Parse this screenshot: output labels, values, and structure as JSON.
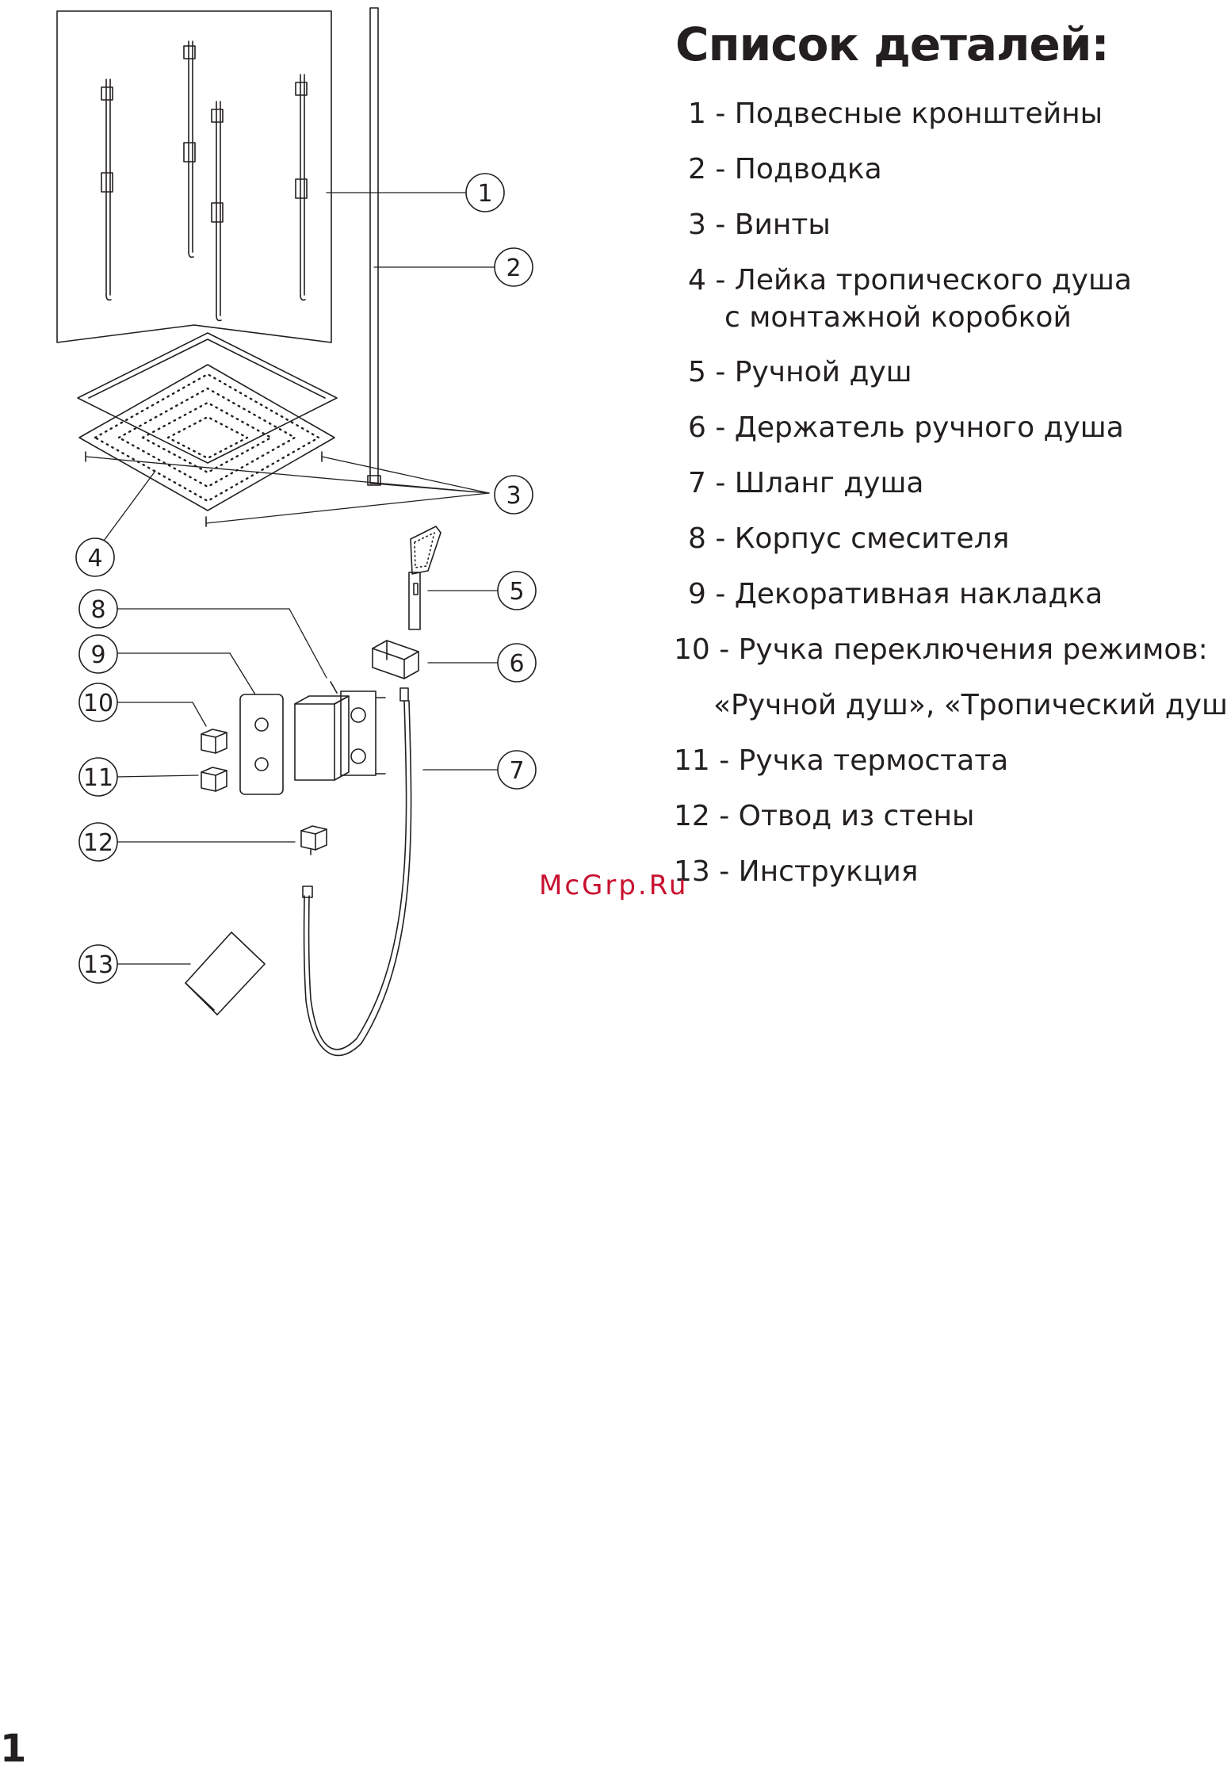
{
  "title": "Список деталей:",
  "parts": [
    {
      "text": "1 - Подвесные кронштейны"
    },
    {
      "text": "2 - Подводка"
    },
    {
      "text": "3 - Винты"
    },
    {
      "text": "4 - Лейка тропического душа",
      "cont": "с монтажной коробкой"
    },
    {
      "text": "5 - Ручной душ"
    },
    {
      "text": "6 - Держатель ручного душа"
    },
    {
      "text": "7 - Шланг душа"
    },
    {
      "text": "8 - Корпус смесителя"
    },
    {
      "text": "9 - Декоративная накладка"
    },
    {
      "text": "10 - Ручка переключения режимов:",
      "cont": "«Ручной душ», «Тропический душ»"
    },
    {
      "text": "11 - Ручка термостата"
    },
    {
      "text": "12 - Отвод из стены"
    },
    {
      "text": "13 - Инструкция"
    }
  ],
  "callouts": [
    "1",
    "2",
    "3",
    "4",
    "5",
    "6",
    "7",
    "8",
    "9",
    "10",
    "11",
    "12",
    "13"
  ],
  "watermark": "McGrp.Ru",
  "page_number": "1",
  "colors": {
    "ink": "#231f20",
    "watermark": "#c8102e"
  }
}
